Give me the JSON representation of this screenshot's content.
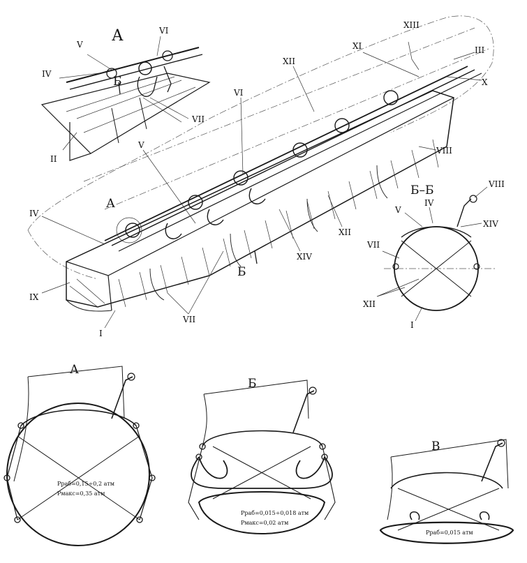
{
  "title_A": "А",
  "section_cut": "Б–Б",
  "cut_mark_top": "Б",
  "cut_mark_bottom": "Б",
  "detail_ref": "А",
  "callouts": {
    "II": "II",
    "III": "III",
    "IV": "IV",
    "V": "V",
    "VI": "VI",
    "VII": "VII",
    "VIII": "VIII",
    "IX": "IX",
    "X": "X",
    "XI": "XI",
    "XII": "XII",
    "XIII": "XIII",
    "XIV": "XIV",
    "I": "I"
  },
  "states": [
    {
      "label": "А",
      "line1": "Pраб=0,15÷0,2 атм",
      "line2": "Pмакс=0,35 атм"
    },
    {
      "label": "Б",
      "line1": "Pраб=0,015÷0,018 атм",
      "line2": "Pмакс=0,02 атм"
    },
    {
      "label": "В",
      "line1": "Pраб=0,015 атм",
      "line2": ""
    }
  ]
}
